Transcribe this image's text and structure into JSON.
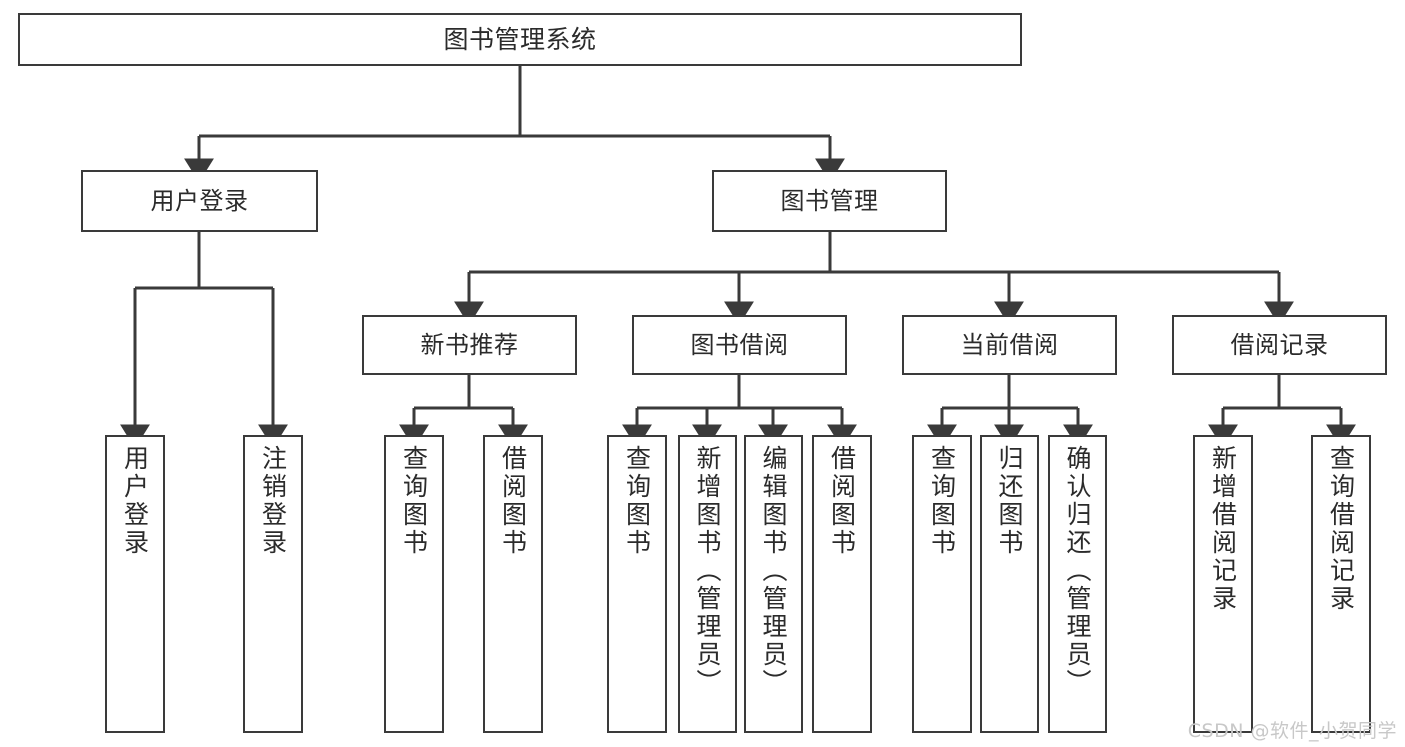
{
  "diagram": {
    "type": "tree-hierarchy",
    "root": {
      "label": "图书管理系统"
    },
    "level2": [
      {
        "label": "用户登录"
      },
      {
        "label": "图书管理"
      }
    ],
    "level3": [
      {
        "label": "新书推荐"
      },
      {
        "label": "图书借阅"
      },
      {
        "label": "当前借阅"
      },
      {
        "label": "借阅记录"
      }
    ],
    "leaves": {
      "user_login": [
        {
          "label": "用户登录"
        },
        {
          "label": "注销登录"
        }
      ],
      "new_book_recommend": [
        {
          "label": "查询图书"
        },
        {
          "label": "借阅图书"
        }
      ],
      "book_borrow": [
        {
          "label": "查询图书"
        },
        {
          "label": "新增图书（管理员）"
        },
        {
          "label": "编辑图书（管理员）"
        },
        {
          "label": "借阅图书"
        }
      ],
      "current_borrow": [
        {
          "label": "查询图书"
        },
        {
          "label": "归还图书"
        },
        {
          "label": "确认归还（管理员）"
        }
      ],
      "borrow_record": [
        {
          "label": "新增借阅记录"
        },
        {
          "label": "查询借阅记录"
        }
      ]
    }
  },
  "watermark": {
    "text": "CSDN @软件_小贺同学"
  },
  "colors": {
    "border": "#3a3a3a",
    "background": "#ffffff",
    "text": "#2b2b2b",
    "watermark": "#c8c8c8"
  }
}
